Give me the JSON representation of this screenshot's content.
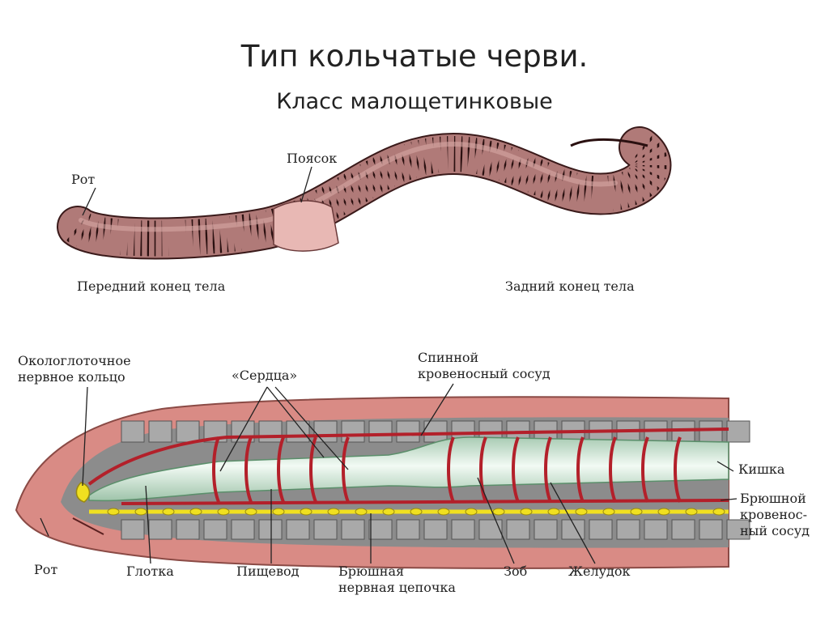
{
  "title": "Тип  кольчатые  черви.",
  "subtitle": "Класс  малощетинковые",
  "external_view": {
    "mouth": "Рот",
    "clitellum": "Поясок",
    "anterior_end": "Передний конец тела",
    "posterior_end": "Задний конец тела"
  },
  "internal_view": {
    "nerve_ring": [
      "Окологлоточное",
      "нервное кольцо"
    ],
    "hearts": "«Сердца»",
    "dorsal_vessel": [
      "Спинной",
      "кровеносный сосуд"
    ],
    "intestine": "Кишка",
    "ventral_vessel": [
      "Брюшной",
      "кровенос-",
      "ный сосуд"
    ],
    "mouth": "Рот",
    "pharynx": "Глотка",
    "esophagus": "Пищевод",
    "ventral_nerve_cord": [
      "Брюшная",
      "нервная цепочка"
    ],
    "crop": "Зоб",
    "gizzard": "Желудок"
  },
  "colors": {
    "body_skin": "#b07a78",
    "segment_line": "#2a1010",
    "clitellum": "#e8b8b4",
    "body_wall": "#d98b85",
    "cavity": "#8c8c8c",
    "vessel": "#b3202a",
    "gut": "#d8ecdf",
    "nerve": "#f0e020"
  }
}
